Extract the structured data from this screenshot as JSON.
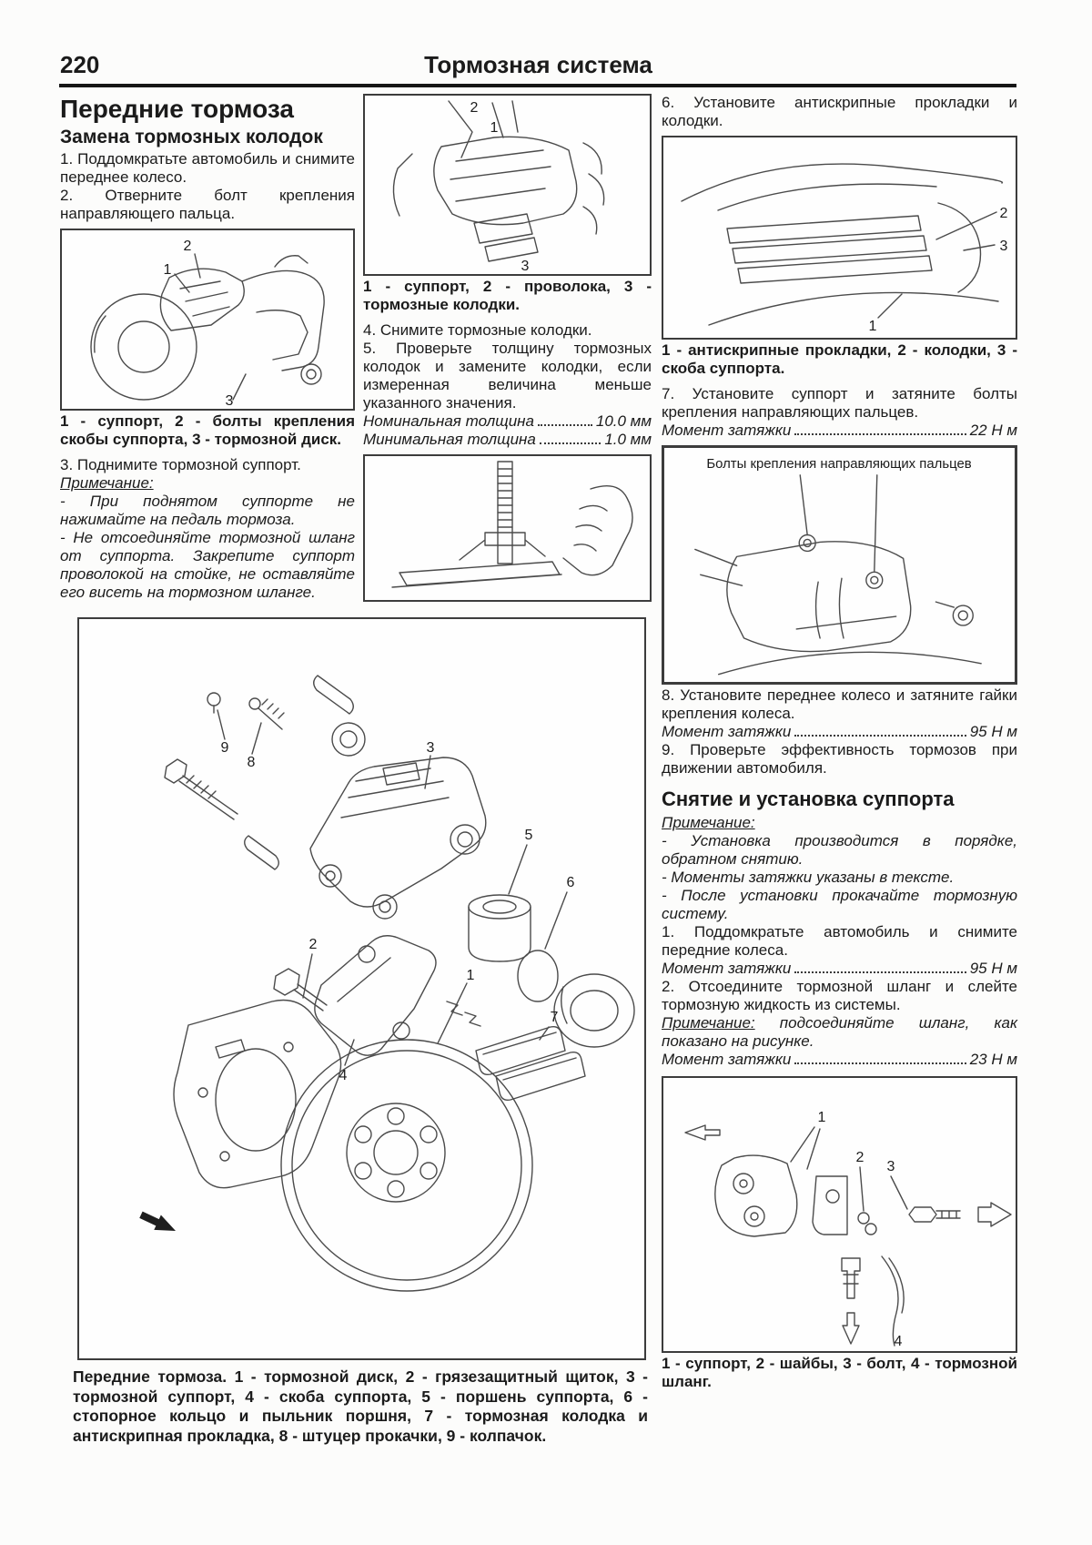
{
  "header": {
    "page_number": "220",
    "title": "Тормозная система"
  },
  "left": {
    "h1": "Передние тормоза",
    "h2": "Замена тормозных колодок",
    "p1": "1. Поддомкратьте автомобиль и снимите переднее колесо.",
    "p2": "2. Отверните болт крепления направляющего пальца.",
    "fig_caption": "1 - суппорт, 2 - болты крепления скобы суппорта, 3 - тормозной диск.",
    "p3": "3. Поднимите тормозной суппорт.",
    "note_label": "Примечание:",
    "notes": [
      "- При поднятом суппорте не нажимайте на педаль тормоза.",
      "- Не отсоединяйте тормозной шланг от суппорта. Закрепите суппорт проволокой на стойке, не оставляйте его висеть на тормозном шланге."
    ]
  },
  "middle": {
    "fig_caption": "1 - суппорт, 2 - проволока, 3 - тормозные колодки.",
    "p4": "4. Снимите тормозные колодки.",
    "p5": "5. Проверьте толщину тормозных колодок и замените колодки, если измеренная величина меньше указанного значения.",
    "spec1": {
      "label": "Номинальная толщина",
      "value": "10.0 мм"
    },
    "spec2": {
      "label": "Минимальная толщина",
      "value": "1.0 мм"
    }
  },
  "right": {
    "p6": "6. Установите антискрипные прокладки и колодки.",
    "fig_caption_pads": "1 - антискрипные прокладки, 2 - колодки, 3 - скоба суппорта.",
    "p7": "7. Установите суппорт и затяните болты крепления направляющих пальцев.",
    "torque1": {
      "label": "Момент затяжки",
      "value": "22 Н м"
    },
    "p8": "8. Установите переднее колесо и затяните гайки крепления колеса.",
    "torque2": {
      "label": "Момент затяжки",
      "value": "95 Н м"
    },
    "p9": "9. Проверьте эффективность тормозов при движении автомобиля.",
    "h2": "Снятие и установка суппорта",
    "note_label": "Примечание:",
    "notes": [
      "- Установка производится в порядке, обратном снятию.",
      "- Моменты затяжки указаны в тексте.",
      "- После установки прокачайте тормозную систему."
    ],
    "s1": "1. Поддомкратьте автомобиль и снимите передние колеса.",
    "torque3": {
      "label": "Момент затяжки",
      "value": "95 Н м"
    },
    "s2": "2. Отсоедините тормозной шланг и слейте тормозную жидкость из системы.",
    "note2_label": "Примечание:",
    "note2_text": "подсоединяйте шланг, как показано на рисунке.",
    "torque4": {
      "label": "Момент затяжки",
      "value": "23 Н м"
    },
    "fig_caption_hose": "1 - суппорт, 2 - шайбы, 3 - болт, 4 - тормозной шланг."
  },
  "bottom": {
    "caption": "Передние тормоза. 1 - тормозной диск, 2 - грязезащитный щиток, 3 - тормозной суппорт, 4 - скоба суппорта, 5 - поршень суппорта, 6 - стопорное кольцо и пыльник поршня, 7 - тормозная колодка и антискрипная прокладка, 8 - штуцер прокачки, 9 - колпачок."
  },
  "figures": {
    "caliper": {
      "labels": [
        "2",
        "1",
        "3"
      ]
    },
    "wire": {
      "labels": [
        "2",
        "1",
        "3"
      ]
    },
    "pads": {
      "labels": [
        "2",
        "3",
        "1"
      ]
    },
    "bolts": {
      "text": "Болты крепления направляющих пальцев"
    },
    "hose": {
      "labels": [
        "1",
        "2",
        "3",
        "4"
      ]
    },
    "exploded": {
      "labels": [
        "9",
        "8",
        "3",
        "5",
        "6",
        "2",
        "4",
        "7",
        "1"
      ]
    }
  }
}
